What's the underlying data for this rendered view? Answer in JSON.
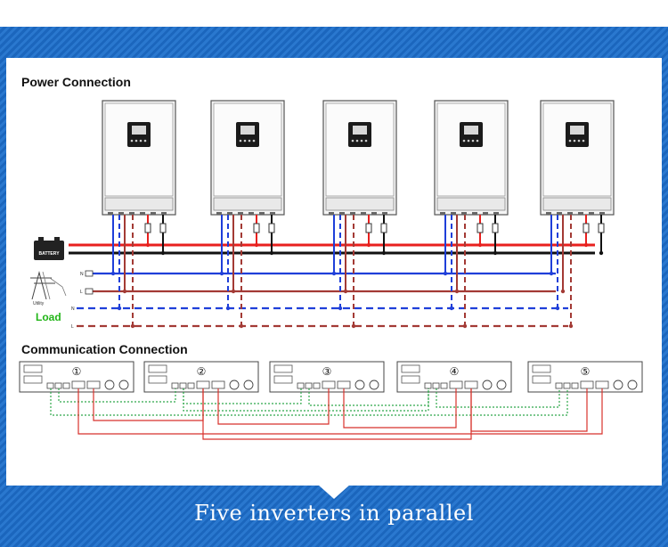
{
  "power_heading": "Power Connection",
  "comm_heading": "Communication Connection",
  "footer_title": "Five inverters in parallel",
  "battery_label": "BATTERY",
  "utility_label": "Utility",
  "load_label": "Load",
  "terminal_labels": {
    "n": "N",
    "l": "L"
  },
  "unit_numbers": [
    "①",
    "②",
    "③",
    "④",
    "⑤"
  ],
  "colors": {
    "battery_pos": "#e8201e",
    "battery_neg": "#111111",
    "neutral": "#1f3fd9",
    "line": "#a33a35",
    "load_label": "#22b518",
    "comm_green": "#2fa84a",
    "comm_red": "#d8322c",
    "background": "#1a63b8"
  }
}
